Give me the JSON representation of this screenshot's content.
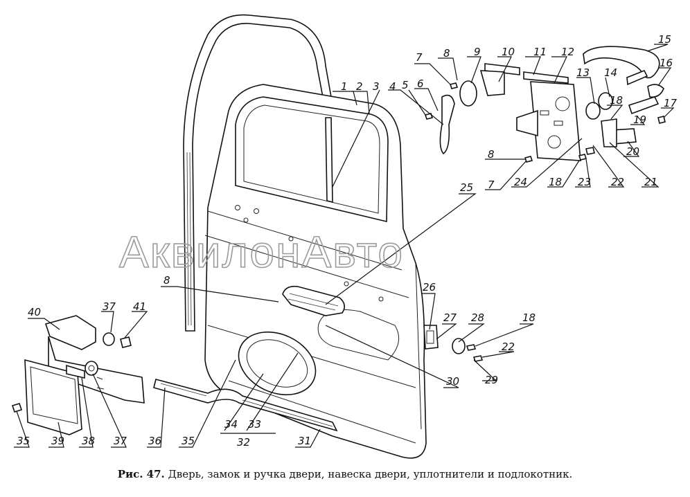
{
  "watermark": "АквилонАвто",
  "caption": {
    "figure": "Рис. 47.",
    "text": "Дверь, замок и ручка двери, навеска двери, уплотнители и подлокотник."
  },
  "labels": {
    "l1": "1",
    "l2": "2",
    "l3": "3",
    "l4": "4",
    "l5": "5",
    "l6": "6",
    "l7a": "7",
    "l7b": "7",
    "l8a": "8",
    "l8b": "8",
    "l8c": "8",
    "l9": "9",
    "l10": "10",
    "l11": "11",
    "l12": "12",
    "l13": "13",
    "l14": "14",
    "l15": "15",
    "l16": "16",
    "l17": "17",
    "l18a": "18",
    "l18b": "18",
    "l18c": "18",
    "l19": "19",
    "l20": "20",
    "l21": "21",
    "l22a": "22",
    "l22b": "22",
    "l23": "23",
    "l24": "24",
    "l25": "25",
    "l26": "26",
    "l27": "27",
    "l28": "28",
    "l29": "29",
    "l30": "30",
    "l31": "31",
    "l32": "32",
    "l33": "33",
    "l34": "34",
    "l35a": "35",
    "l35b": "35",
    "l36": "36",
    "l37a": "37",
    "l37b": "37",
    "l38": "38",
    "l39": "39",
    "l40": "40",
    "l41": "41"
  }
}
